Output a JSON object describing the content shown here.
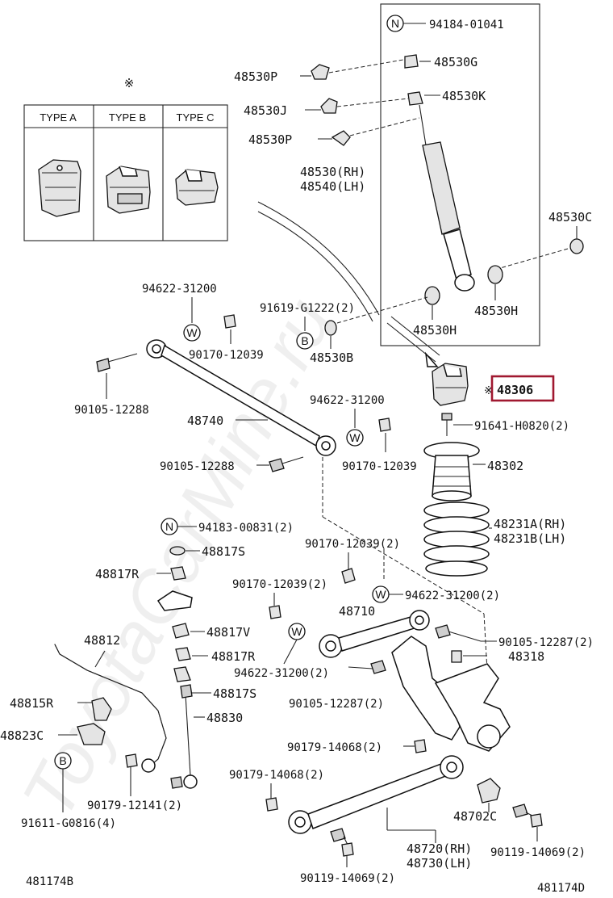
{
  "labels": {
    "p94184": "94184-01041",
    "p48530G": "48530G",
    "p48530P_top": "48530P",
    "p48530K": "48530K",
    "p48530J": "48530J",
    "p48530P_mid": "48530P",
    "p48530": "48530(RH)",
    "p48540": "48540(LH)",
    "p48530C": "48530C",
    "p48530H_r": "48530H",
    "p48530H_l": "48530H",
    "p94622_a": "94622-31200",
    "p91619": "91619-G1222(2)",
    "p90170_a": "90170-12039",
    "p48530B": "48530B",
    "p90105_a": "90105-12288",
    "p48306": "48306",
    "p94622_b": "94622-31200",
    "p48740": "48740",
    "p91641": "91641-H0820(2)",
    "p90105_b": "90105-12288",
    "p90170_b": "90170-12039",
    "p48302": "48302",
    "p94183": "94183-00831(2)",
    "p48231A": "48231A(RH)",
    "p48231B": "48231B(LH)",
    "p48817S_a": "48817S",
    "p90170_c": "90170-12039(2)",
    "p48817R_a": "48817R",
    "p90170_d": "90170-12039(2)",
    "p48710": "48710",
    "p94622_c": "94622-31200(2)",
    "p48817V": "48817V",
    "p48812": "48812",
    "p90105_c": "90105-12287(2)",
    "p48817R_b": "48817R",
    "p48318": "48318",
    "p94622_d": "94622-31200(2)",
    "p48815R": "48815R",
    "p48817S_b": "48817S",
    "p90105_d": "90105-12287(2)",
    "p48830": "48830",
    "p48823C": "48823C",
    "p90179_a": "90179-14068(2)",
    "p90179_b": "90179-14068(2)",
    "p90179_c": "90179-12141(2)",
    "p48702C": "48702C",
    "p91611": "91611-G0816(4)",
    "p48720": "48720(RH)",
    "p48730": "48730(LH)",
    "p90119_a": "90119-14069(2)",
    "p90119_b": "90119-14069(2)",
    "ref_left": "481174B",
    "ref_right": "481174D"
  },
  "type_table": {
    "marker": "※",
    "asterisk_note": "※",
    "headers": [
      "TYPE A",
      "TYPE B",
      "TYPE C"
    ]
  },
  "badges": {
    "n": "N",
    "w": "W",
    "b": "B"
  },
  "watermark": "ToyotaCarMine.ru",
  "colors": {
    "highlight": "#a01830"
  }
}
